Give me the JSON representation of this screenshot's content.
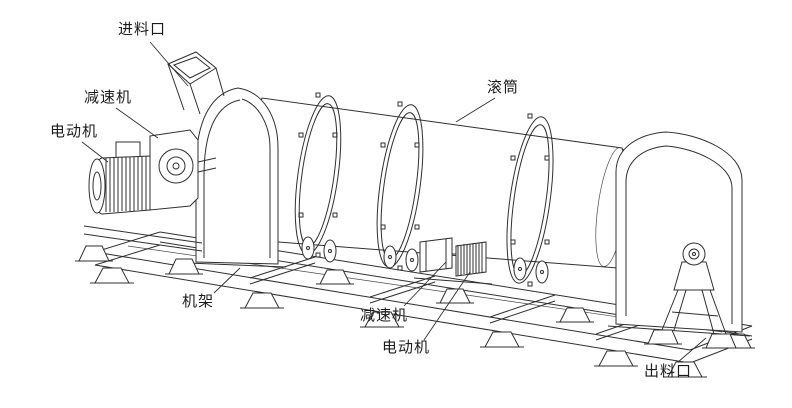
{
  "diagram": {
    "type": "technical-line-drawing",
    "subject": "rotary-drum-machine-isometric-view",
    "colors": {
      "line": "#2f2f2f",
      "background": "#ffffff",
      "text": "#1c1c1c"
    },
    "labels": [
      {
        "id": "feed-inlet",
        "text": "进料口"
      },
      {
        "id": "reducer-left",
        "text": "减速机"
      },
      {
        "id": "motor-left",
        "text": "电动机"
      },
      {
        "id": "drum",
        "text": "滚筒"
      },
      {
        "id": "frame",
        "text": "机架"
      },
      {
        "id": "reducer-bottom",
        "text": "减速机"
      },
      {
        "id": "motor-bottom",
        "text": "电动机"
      },
      {
        "id": "discharge-outlet",
        "text": "出料口"
      }
    ]
  }
}
